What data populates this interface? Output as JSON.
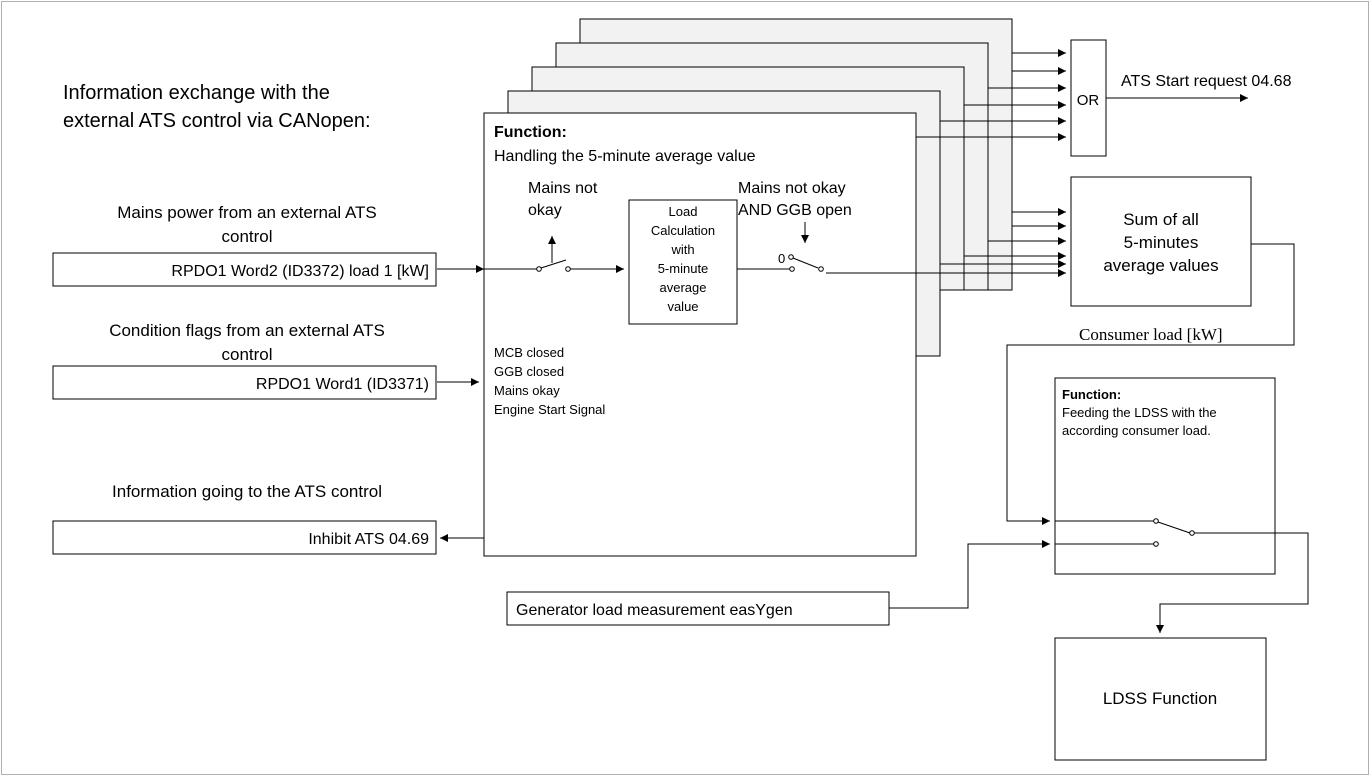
{
  "title": {
    "line1": "Information exchange with the",
    "line2": "external ATS control via CANopen:"
  },
  "inputs": {
    "mains_power_label_line1": "Mains power from an external ATS",
    "mains_power_label_line2": "control",
    "mains_power_box": "RPDO1 Word2 (ID3372) load 1 [kW]",
    "condition_label_line1": "Condition flags from an external ATS",
    "condition_label_line2": "control",
    "condition_box": "RPDO1 Word1 (ID3371)",
    "going_label": "Information going to the ATS control",
    "inhibit_box": "Inhibit ATS 04.69"
  },
  "function_block": {
    "heading": "Function:",
    "subheading": "Handling the 5-minute average value",
    "switch1_label_line1": "Mains not",
    "switch1_label_line2": "okay",
    "switch2_label_line1": "Mains not okay",
    "switch2_label_line2": "AND GGB open",
    "switch2_zero": "0",
    "load_calc": [
      "Load",
      "Calculation",
      "with",
      "5-minute",
      "average",
      "value"
    ],
    "flags": [
      "MCB closed",
      "GGB closed",
      "Mains okay",
      "Engine Start Signal"
    ]
  },
  "or_gate": {
    "label": "OR",
    "output": "ATS Start request 04.68"
  },
  "sum_block": {
    "lines": [
      "Sum of all",
      "5-minutes",
      "average values"
    ]
  },
  "consumer_load": "Consumer load [kW]",
  "ldss_feed": {
    "heading": "Function:",
    "line1": "Feeding the LDSS with the",
    "line2": "according consumer load."
  },
  "generator_box": "Generator load measurement easYgen",
  "ldss_function": "LDSS Function",
  "colors": {
    "stack_fill": "#f2f2f2",
    "line": "#000000",
    "border": "#b0b0b0"
  }
}
